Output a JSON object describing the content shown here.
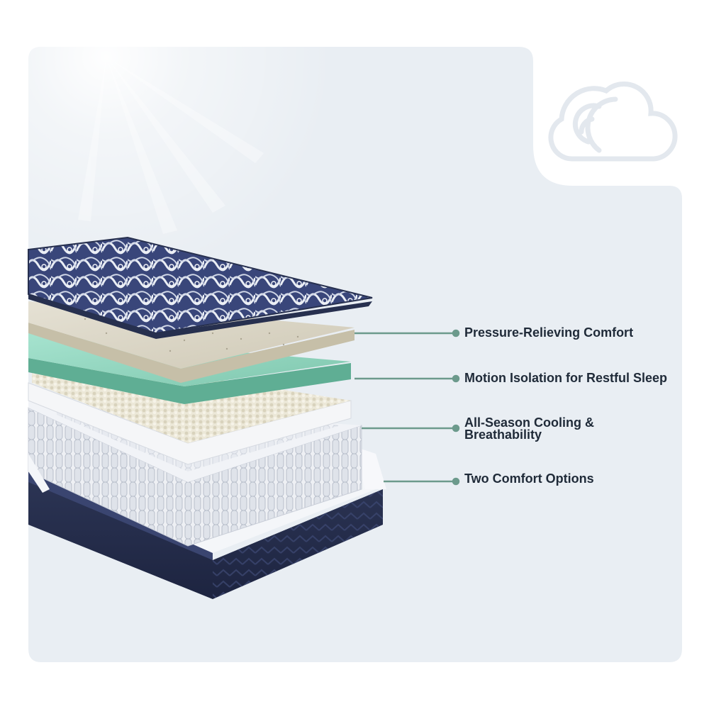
{
  "features": [
    {
      "label": "Pressure-Relieving Comfort"
    },
    {
      "label": "Motion Isolation for Restful Sleep"
    },
    {
      "label": "All-Season Cooling &\nBreathability"
    },
    {
      "label": "Two Comfort Options"
    }
  ],
  "icons": {
    "badge": "cloud-icon"
  },
  "colors": {
    "background": "#e9eef3",
    "accent": "#6c9a8c",
    "text": "#1f2a38",
    "base_navy": "#27304f",
    "gel_foam": "#9fdcc6"
  }
}
